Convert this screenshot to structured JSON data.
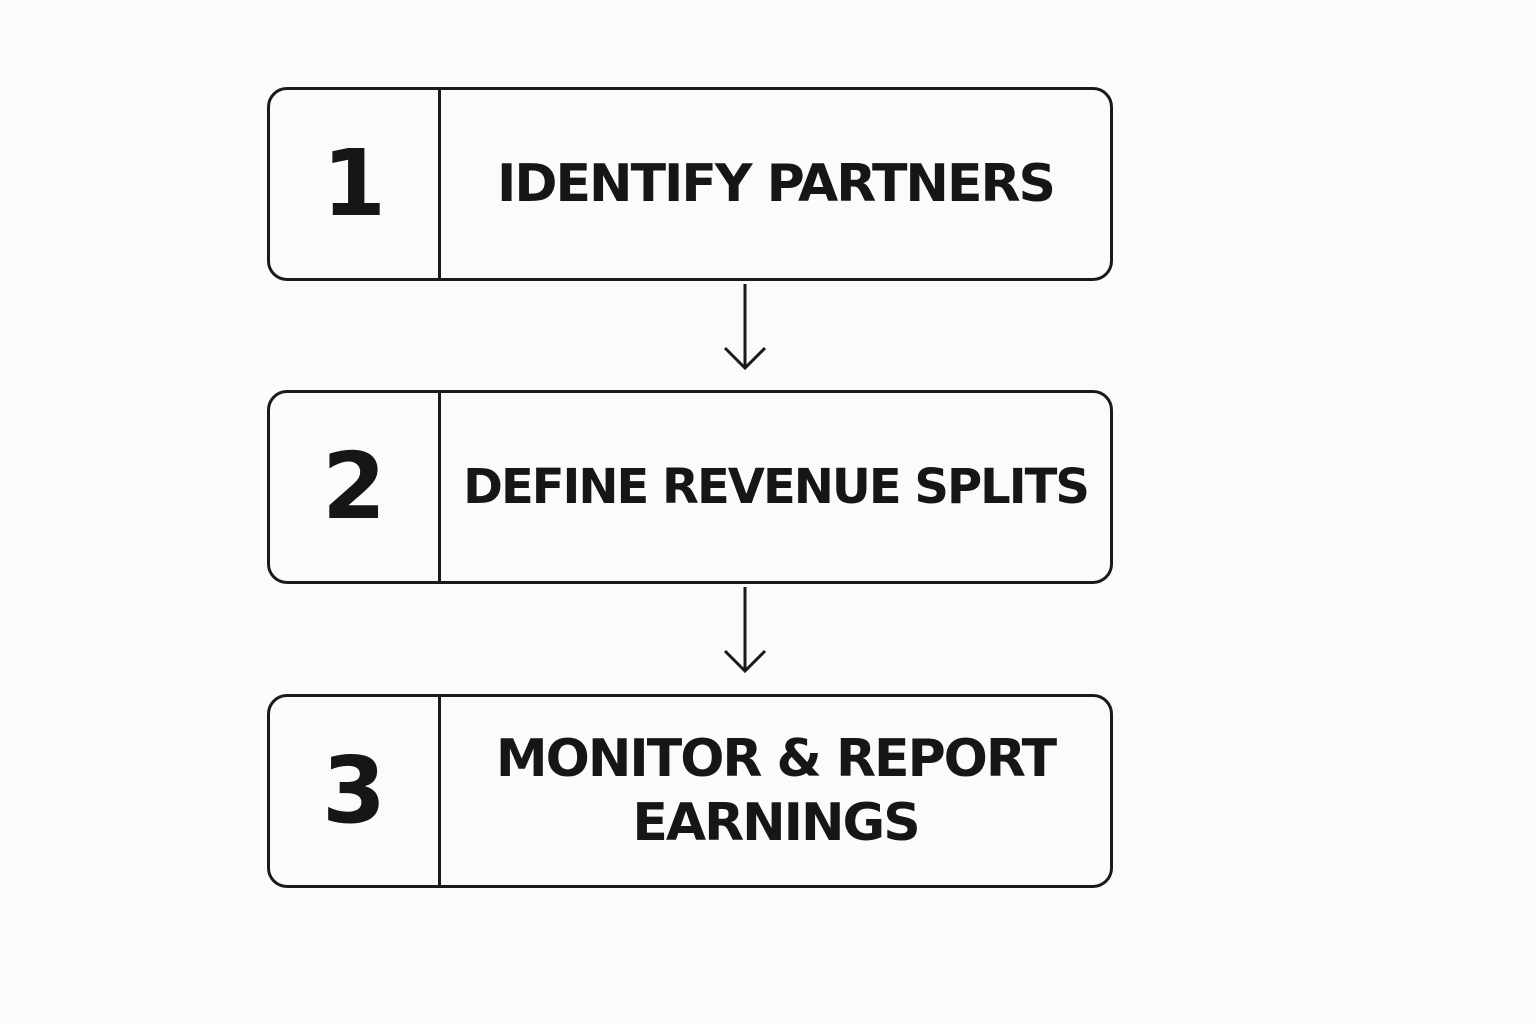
{
  "steps": [
    {
      "number": "1",
      "label": "IDENTIFY PARTNERS"
    },
    {
      "number": "2",
      "label": "DEFINE REVENUE SPLITS"
    },
    {
      "number": "3",
      "label": "MONITOR & REPORT\nEARNINGS"
    }
  ],
  "connectors": [
    {
      "icon": "arrow-down-icon"
    },
    {
      "icon": "arrow-down-icon"
    }
  ],
  "colors": {
    "background": "#fbfbfa",
    "stroke": "#1a1a1a",
    "text": "#161616"
  }
}
